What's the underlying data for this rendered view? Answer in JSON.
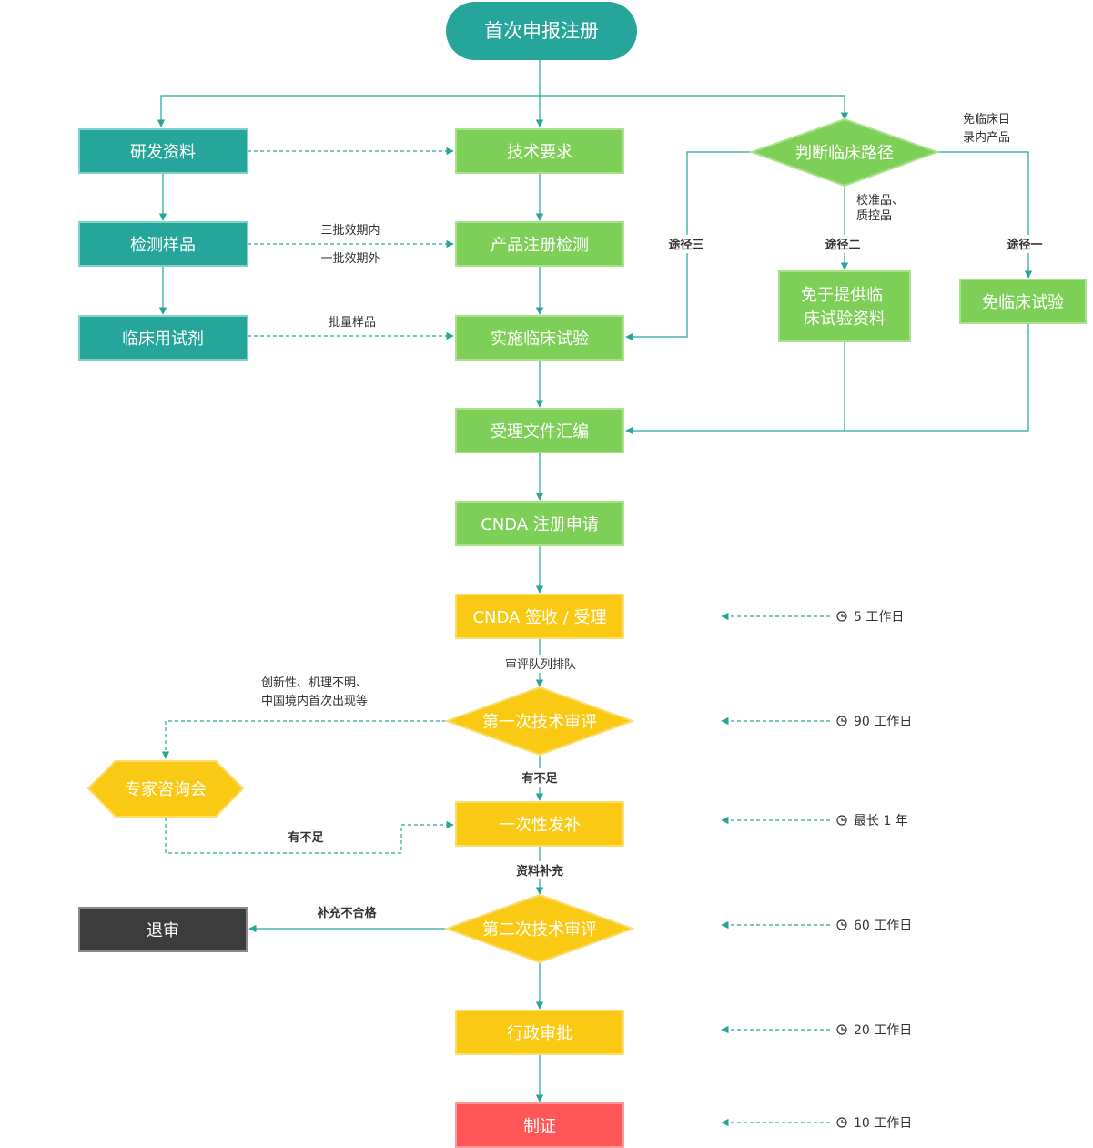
{
  "colors": {
    "teal": "#26a69a",
    "green": "#7ecf57",
    "yellow": "#f9c914",
    "dark": "#3c3c3c",
    "red": "#ff5757",
    "line": "#26a69a"
  },
  "nodes": {
    "start": "首次申报注册",
    "rd_data": "研发资料",
    "test_samples": "检测样品",
    "clinical_reagent": "临床用试剂",
    "tech_requirements": "技术要求",
    "product_registration_test": "产品注册检测",
    "clinical_trial": "实施临床试验",
    "judge_clinical_path": "判断临床路径",
    "exempt_clinical_data": [
      "免于提供临",
      "床试验资料"
    ],
    "exempt_clinical_trial": "免临床试验",
    "acceptance_compilation": "受理文件汇编",
    "cnda_application": "CNDA 注册申请",
    "cnda_receipt": "CNDA 签收 / 受理",
    "first_review": "第一次技术审评",
    "expert_meeting": "专家咨询会",
    "one_time_supplement": "一次性发补",
    "second_review": "第二次技术审评",
    "withdrawal": "退审",
    "admin_approval": "行政审批",
    "certification": "制证"
  },
  "labels": {
    "three_batches": "三批效期内",
    "one_batch": "一批效期外",
    "batch_samples": "批量样品",
    "path_three": "途径三",
    "path_two": "途径二",
    "path_one": "途径一",
    "calibrator": [
      "校准品、",
      "质控品"
    ],
    "exempt_catalog": [
      "免临床目",
      "录内产品"
    ],
    "review_queue": "审评队列排队",
    "innovation": [
      "创新性、机理不明、",
      "中国境内首次出现等"
    ],
    "insufficient_1": "有不足",
    "insufficient_2": "有不足",
    "data_supplement": "资料补充",
    "supplement_failed": "补充不合格"
  },
  "timeline": {
    "receipt": "5 工作日",
    "first_review": "90 工作日",
    "supplement": "最长 1 年",
    "second_review": "60 工作日",
    "admin": "20 工作日",
    "certification": "10 工作日"
  }
}
